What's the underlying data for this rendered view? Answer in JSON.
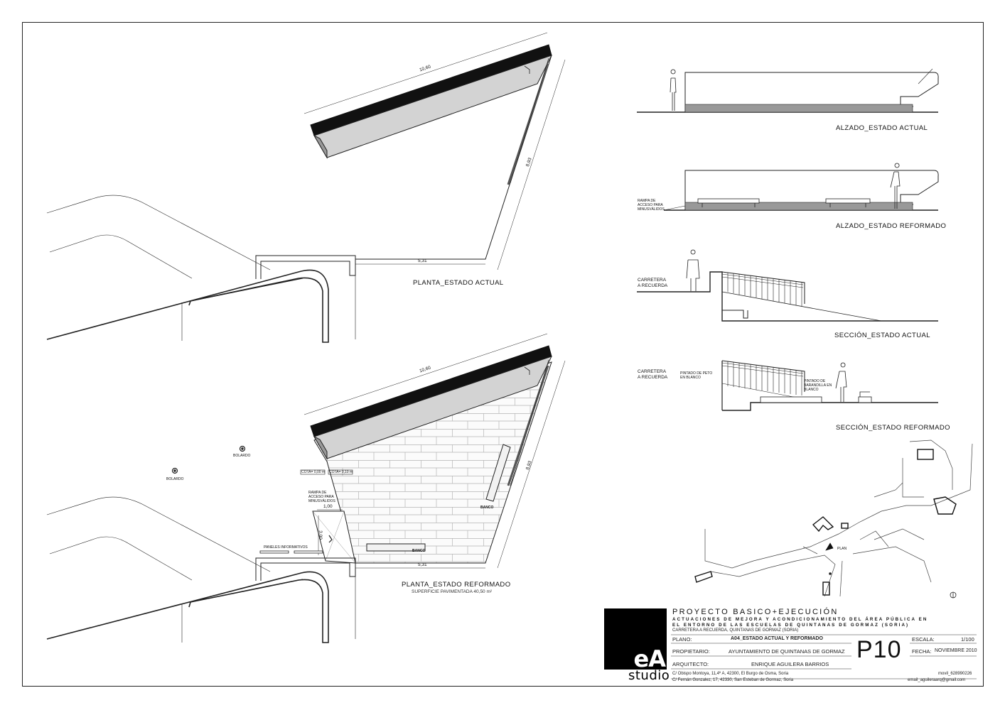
{
  "plans": {
    "current": {
      "title": "PLANTA_ESTADO ACTUAL",
      "dim_top": "10,60",
      "dim_side": "8,93",
      "dim_bottom": "5,31"
    },
    "reformed": {
      "title": "PLANTA_ESTADO REFORMADO",
      "subtitle": "SUPERFICIE PAVIMENTADA 40,50 m²",
      "dim_top": "10,60",
      "dim_side": "8,93",
      "dim_bottom": "5,31",
      "dim_ramp_w": "1,00",
      "dim_ramp_l": "3,00",
      "cota_a": "COTA= 0,00 m",
      "cota_b": "COTA= 0,10 m",
      "ramp_note": [
        "RAMPA DE",
        "ACCESO PARA",
        "MINUSVÁLIDOS"
      ],
      "bench_a": "BANCO",
      "bench_b": "BANCO",
      "bollard_a": "BOLARDO",
      "bollard_b": "BOLARDO",
      "panels": "PANELES INFORMATIVOS"
    }
  },
  "elevations": {
    "current": {
      "title": "ALZADO_ESTADO ACTUAL"
    },
    "reformed": {
      "title": "ALZADO_ESTADO REFORMADO",
      "ramp_note": [
        "RAMPA DE",
        "ACCESO PARA",
        "MINUSVÁLIDOS"
      ]
    }
  },
  "sections": {
    "current": {
      "title": "SECCIÓN_ESTADO ACTUAL",
      "road": [
        "CARRETERA",
        "A RECUERDA"
      ]
    },
    "reformed": {
      "title": "SECCIÓN_ESTADO REFORMADO",
      "road": [
        "CARRETERA",
        "A RECUERDA"
      ],
      "paint_wall": [
        "PINTADO DE PETO",
        "EN BLANCO"
      ],
      "paint_rail": [
        "PINTADO DE",
        "BARANDILLA EN",
        "BLANCO"
      ]
    }
  },
  "location_map": {
    "marker": "PLAN"
  },
  "title_block": {
    "project": "PROYECTO BASICO+EJECUCIÓN",
    "desc_1": "ACTUACIONES DE MEJORA Y ACONDICIONAMIENTO DEL ÁREA PÚBLICA EN",
    "desc_2": "EL ENTORNO DE LAS ESCUELAS DE QUINTANAS DE GORMAZ (SORIA)",
    "location": "CARRETERA A RECUERDA, QUINTANAS DE GORMAZ (SORIA)",
    "plano_key": "PLANO:",
    "plano_val": "A04_ESTADO ACTUAL Y REFORMADO",
    "owner_key": "PROPIETARIO:",
    "owner_val": "AYUNTAMIENTO DE QUINTANAS DE GORMAZ",
    "arch_key": "ARQUITECTO:",
    "arch_val": "ENRIQUE AGUILERA BARRIOS",
    "code": "P10",
    "scale_key": "ESCALA:",
    "scale_val": "1/100",
    "date_key": "FECHA:",
    "date_val": "NOVIEMBRE 2010",
    "addr_1": "C/ Obispo Montoya, 11,4º A, 42300, El Burgo de Osma, Soria",
    "addr_2": "C/ Fernán Gonzalez, 17, 42330, San Esteban de Gormaz, Soria",
    "phone": "movil_628990226",
    "email": "email_aguileraarq@gmail.com",
    "logo": "eA",
    "studio": "studio"
  }
}
